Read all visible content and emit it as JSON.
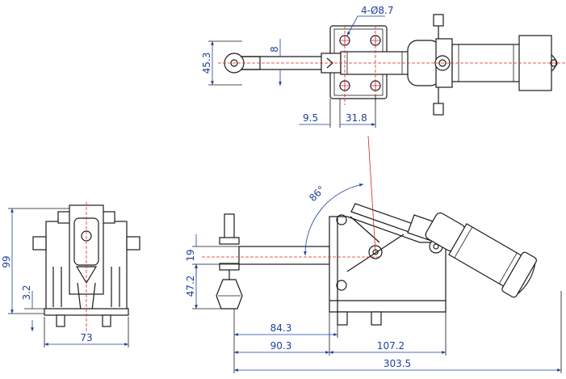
{
  "dimensions": {
    "hole_callout": "4-Ø8.7",
    "top_width": "45.3",
    "top_offset": "8",
    "top_edge": "9.5",
    "top_pitch": "31.8",
    "angle": "86°",
    "side_height": "99",
    "side_base": "3.2",
    "side_width": "73",
    "front_stroke": "19",
    "front_height": "47.2",
    "front_reach1": "84.3",
    "front_reach2": "90.3",
    "front_base": "107.2",
    "front_total": "303.5"
  },
  "colors": {
    "part_line": "#1a1a1a",
    "dimension": "#1f3f9a",
    "centerline": "#d62828"
  }
}
